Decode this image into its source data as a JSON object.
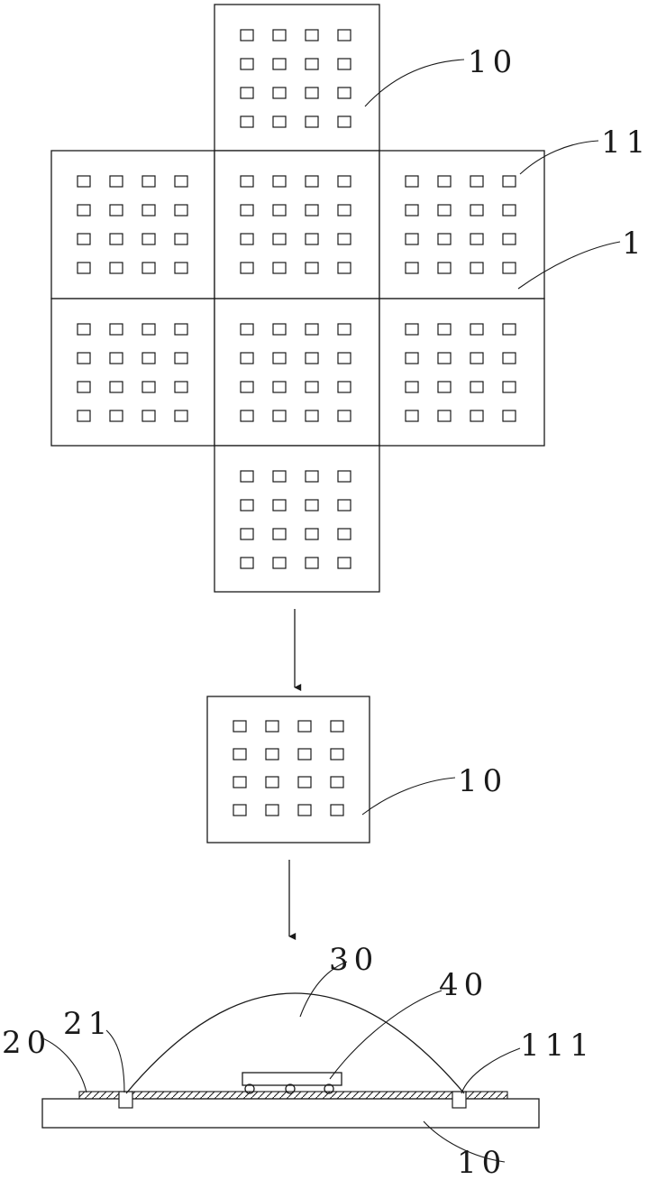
{
  "labels": {
    "panel_top": "10",
    "pad": "11",
    "substrate_sheet": "1",
    "single_unit": "10",
    "layer_20": "20",
    "opening_21": "21",
    "dome_30": "30",
    "chip_40": "40",
    "pad_111": "111",
    "base_10": "10"
  },
  "pad_grid": {
    "rows": 4,
    "cols": 4
  },
  "colors": {
    "line": "#1a1a1a",
    "background": "#ffffff"
  }
}
